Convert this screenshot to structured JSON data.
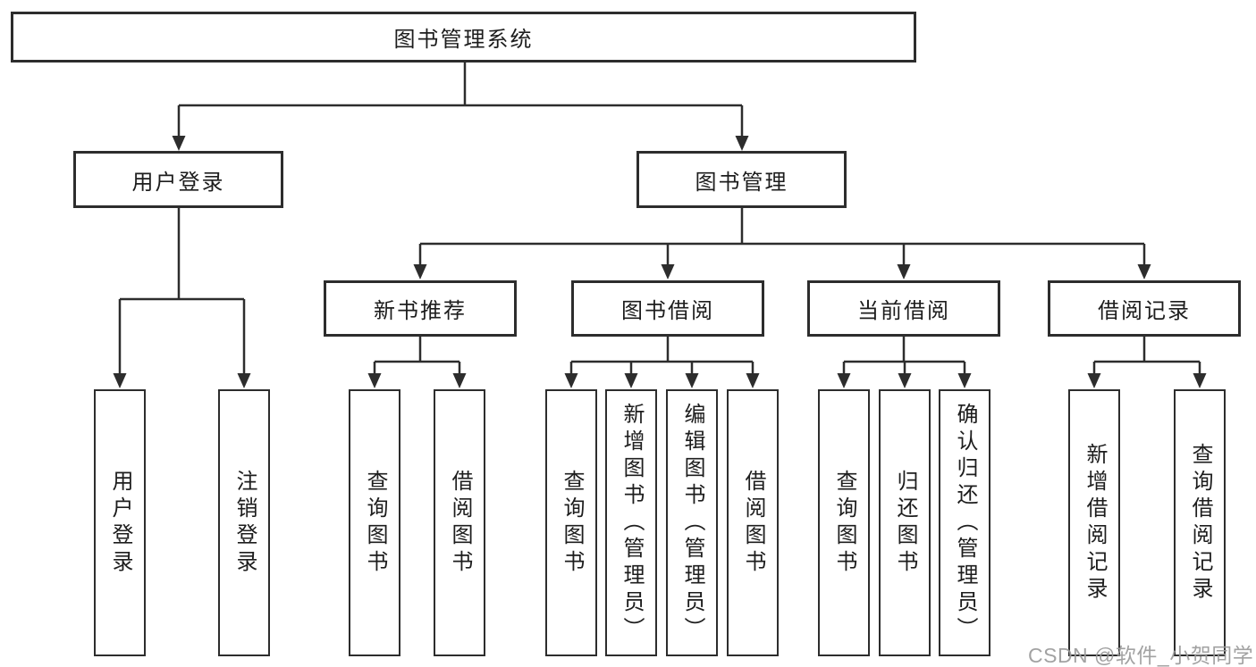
{
  "tree": {
    "root": {
      "label": "图书管理系统"
    },
    "user_login": {
      "label": "用户登录",
      "children": [
        {
          "label": "用户登录"
        },
        {
          "label": "注销登录"
        }
      ]
    },
    "book_management": {
      "label": "图书管理",
      "groups": [
        {
          "label": "新书推荐",
          "children": [
            {
              "label": "查询图书"
            },
            {
              "label": "借阅图书"
            }
          ]
        },
        {
          "label": "图书借阅",
          "children": [
            {
              "label": "查询图书"
            },
            {
              "label": "新增图书（管理员）"
            },
            {
              "label": "编辑图书（管理员）"
            },
            {
              "label": "借阅图书"
            }
          ]
        },
        {
          "label": "当前借阅",
          "children": [
            {
              "label": "查询图书"
            },
            {
              "label": "归还图书"
            },
            {
              "label": "确认归还（管理员）"
            }
          ]
        },
        {
          "label": "借阅记录",
          "children": [
            {
              "label": "新增借阅记录"
            },
            {
              "label": "查询借阅记录"
            }
          ]
        }
      ]
    }
  },
  "watermark": {
    "text": "CSDN @软件_小贺同学"
  },
  "colors": {
    "line": "#2d2d2d",
    "text": "#1d1d1d",
    "watermark": "#9b9b9b",
    "background": "#ffffff"
  }
}
